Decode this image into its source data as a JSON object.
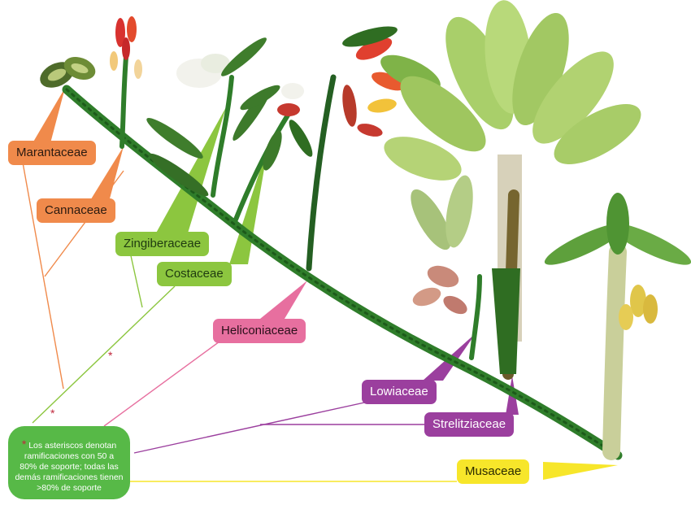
{
  "families": {
    "marantaceae": "Marantaceae",
    "cannaceae": "Cannaceae",
    "zingiberaceae": "Zingiberaceae",
    "costaceae": "Costaceae",
    "heliconiaceae": "Heliconiaceae",
    "lowiaceae": "Lowiaceae",
    "strelitziaceae": "Strelitziaceae",
    "musaceae": "Musaceae"
  },
  "note": {
    "asterisk": "*",
    "text": "Los asteriscos denotan ramificaciones con 50 a 80% de soporte; todas las demás ramificaciones tienen >80% de soporte"
  },
  "markers": {
    "support_asterisk": "*"
  },
  "colors": {
    "marantaceae": "#f08a4b",
    "cannaceae": "#f08a4b",
    "zingiberaceae": "#8cc63f",
    "costaceae": "#8cc63f",
    "heliconiaceae": "#e76f9f",
    "lowiaceae": "#9b3f9e",
    "strelitziaceae": "#9b3f9e",
    "musaceae": "#f7e62a",
    "stem": "#2f7d2a",
    "note_bg": "#57b947"
  }
}
